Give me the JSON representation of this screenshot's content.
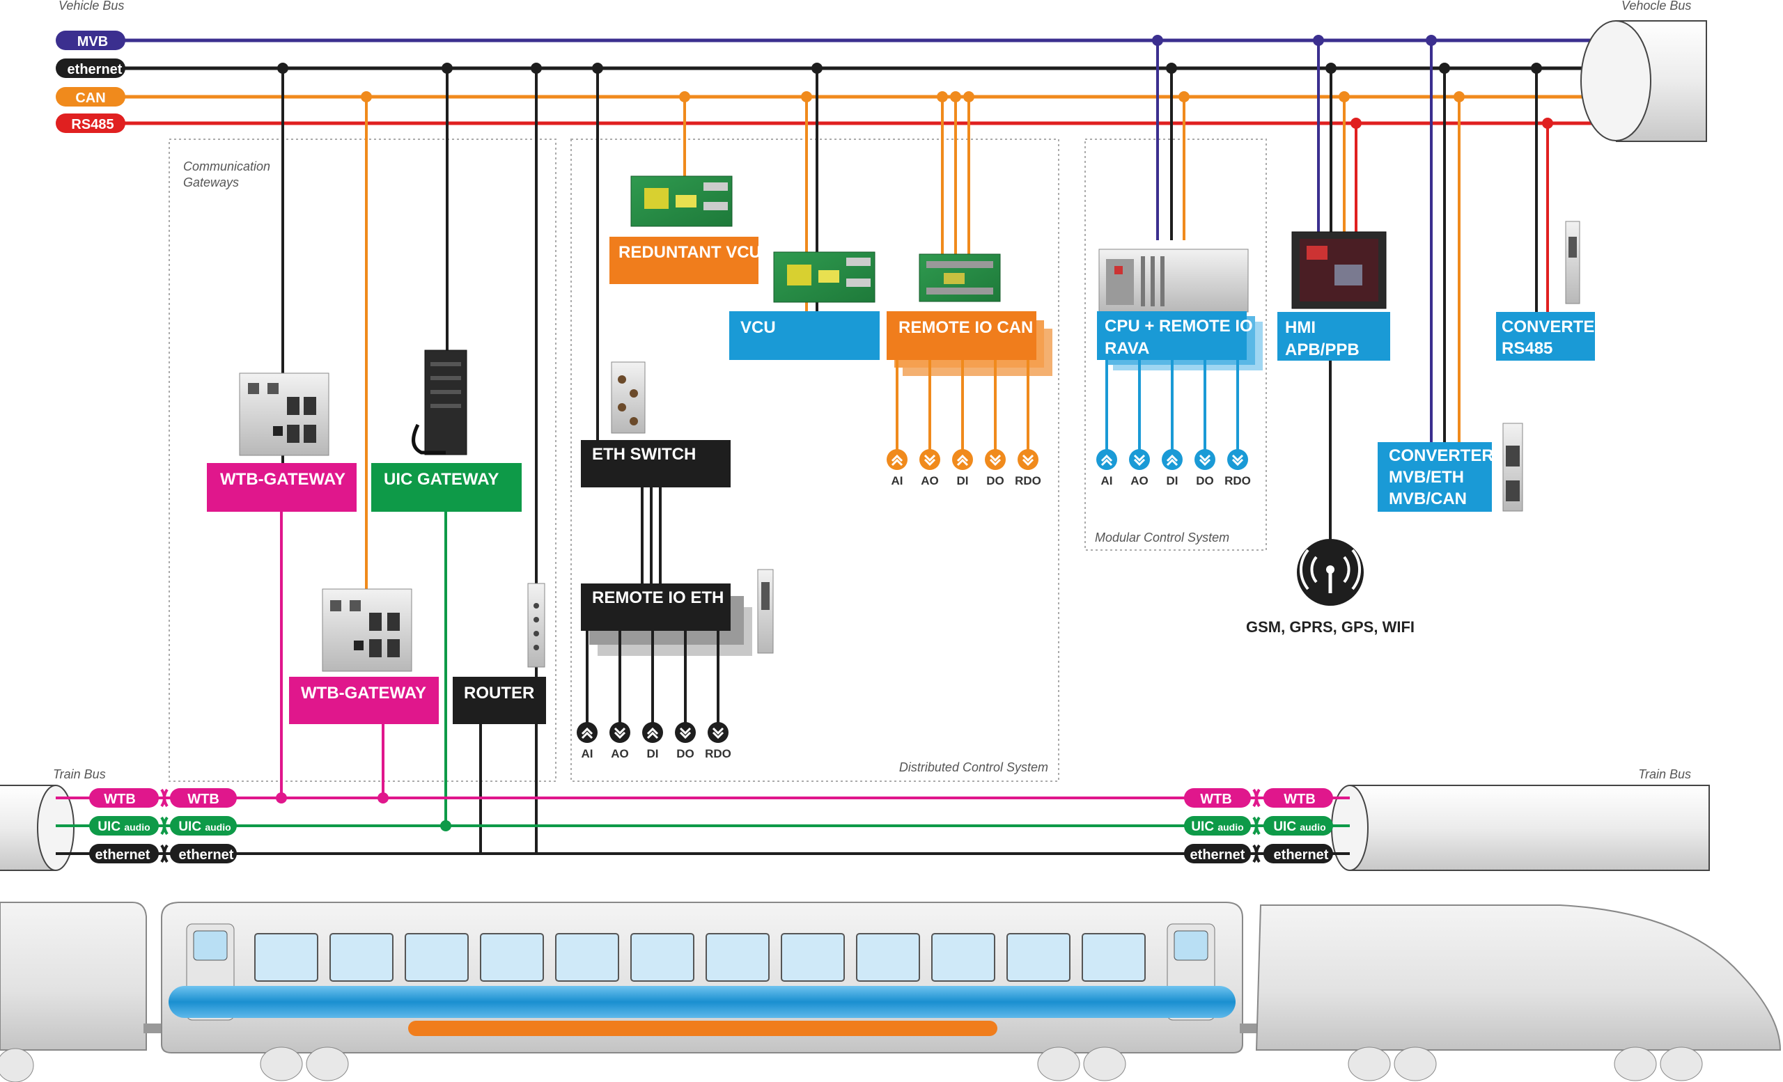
{
  "labels": {
    "vehicle_bus_left": "Vehicle Bus",
    "vehicle_bus_right": "Vehocle Bus",
    "train_bus_left": "Train Bus",
    "train_bus_right": "Train Bus",
    "communication_gateways_1": "Communication",
    "communication_gateways_2": "Gateways",
    "distributed_control_system": "Distributed Control System",
    "modular_control_system": "Modular Control System",
    "wireless": "GSM, GPRS, GPS, WIFI"
  },
  "vehicle_bus_lines": [
    {
      "label": "MVB",
      "color": "#3b2f8f"
    },
    {
      "label": "ethernet",
      "color": "#1e1e1e"
    },
    {
      "label": "CAN",
      "color": "#f08a1c"
    },
    {
      "label": "RS485",
      "color": "#e02020"
    }
  ],
  "train_bus_lines": [
    {
      "label": "WTB",
      "color": "#e0178c"
    },
    {
      "label_main": "UIC",
      "label_sub": "audio",
      "color": "#0e9a48"
    },
    {
      "label": "ethernet",
      "color": "#1e1e1e"
    }
  ],
  "devices": {
    "wtb_gateway_1": "WTB-GATEWAY",
    "uic_gateway": "UIC GATEWAY",
    "wtb_gateway_2": "WTB-GATEWAY",
    "router": "ROUTER",
    "redundant_vcu": "REDUNTANT VCU",
    "vcu": "VCU",
    "remote_io_can": "REMOTE IO CAN",
    "eth_switch": "ETH SWITCH",
    "remote_io_eth": "REMOTE IO ETH",
    "cpu_remote_io_1": "CPU + REMOTE IO",
    "cpu_remote_io_2": "RAVA",
    "hmi_1": "HMI",
    "hmi_2": "APB/PPB",
    "converter_rs485_1": "CONVERTER",
    "converter_rs485_2": "RS485",
    "converter_mvb_1": "CONVERTER",
    "converter_mvb_2": "MVB/ETH",
    "converter_mvb_3": "MVB/CAN"
  },
  "io_labels": [
    "AI",
    "AO",
    "DI",
    "DO",
    "RDO"
  ],
  "colors": {
    "mvb": "#3b2f8f",
    "ethernet": "#1e1e1e",
    "can": "#f08a1c",
    "rs485": "#e02020",
    "wtb": "#e0178c",
    "uic": "#0e9a48",
    "blue_box": "#1a9ad6",
    "train_body": "#e6e6e6",
    "train_stripe": "#1a9ad6"
  }
}
